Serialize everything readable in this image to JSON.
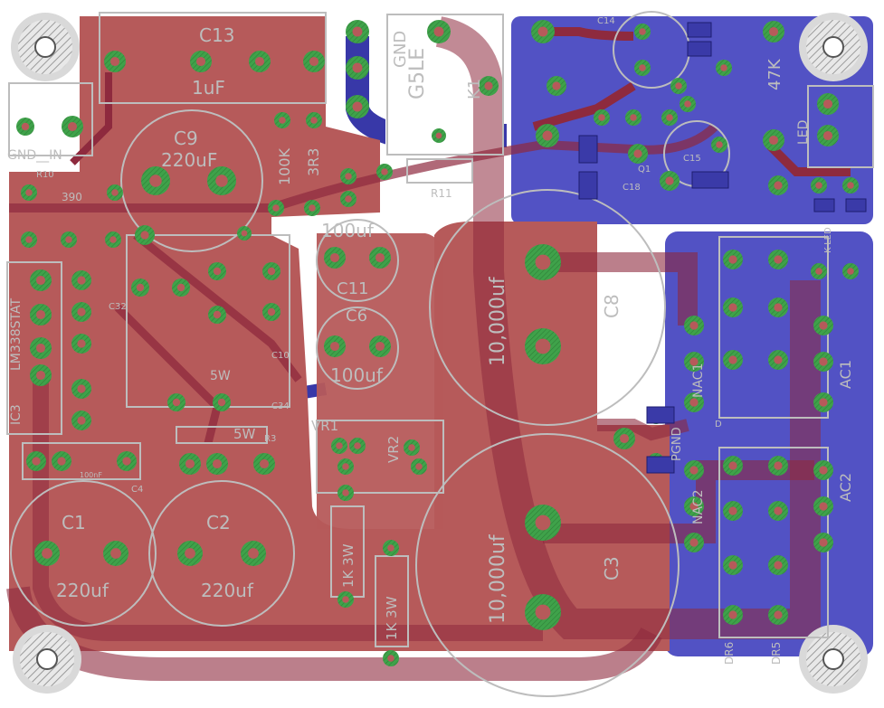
{
  "colors": {
    "background": "#ffffff",
    "top_copper": "#b65a5a",
    "top_trace": "#8e2a3e",
    "bottom_copper": "#5252c4",
    "bottom_trace": "#3838a8",
    "silkscreen": "#bdbdbd",
    "pad": "#3fa24a",
    "pad_hole": "#b65a5a",
    "via": "#3a8c94",
    "smd": "#3a3aa8",
    "hole_hatch": "#9a9a9a"
  },
  "labels": {
    "c13": "C13",
    "c13_val": "1uF",
    "c9": "C9",
    "c9_val": "220uF",
    "c1": "C1",
    "c1_val": "220uf",
    "c2": "C2",
    "c2_val": "220uf",
    "c8_val": "10,000uf",
    "c8": "C8",
    "c3_val": "10,000uf",
    "c3": "C3",
    "c11_val": "100uf",
    "c11": "C11",
    "c6": "C6",
    "c6_val": "100uf",
    "gnd_in": "GND__IN",
    "gnd_out": "GND",
    "g5le": "G5LE",
    "k1": "K1",
    "r11": "R11",
    "r10": "R10",
    "r10_val": "390",
    "r_100k": "100K",
    "r_3r3": "3R3",
    "lm_label": "LM338STAT",
    "ic3": "IC3",
    "vr1": "VR1",
    "vr2": "VR2",
    "r3": "R3",
    "r3_val": "5W",
    "r_1k_a": "1K 3W",
    "r_1k_b": "1K 3W",
    "pgnd": "PGND",
    "nac1": "NAC1",
    "nac2": "NAC2",
    "ac1": "AC1",
    "ac2": "AC2",
    "c14": "C14",
    "c15": "C15",
    "c18": "C18",
    "c34": "C34",
    "c4": "C4",
    "c4_val": "100nF",
    "led": "LED",
    "r_47k": "47K",
    "k_led": "K-LED",
    "dr6": "DR6",
    "dr5": "DR5",
    "c32": "C32",
    "c10": "C10",
    "r_5w_label": "5W",
    "d_a": "D",
    "r_q": "Q1"
  }
}
